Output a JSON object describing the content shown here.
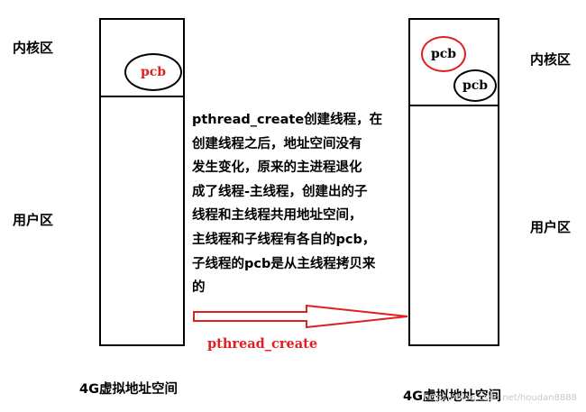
{
  "left_space": {
    "kernel_label": "内核区",
    "user_label": "用户区",
    "pcb_label": "pcb",
    "caption": "4G虚拟地址空间"
  },
  "right_space": {
    "kernel_label": "内核区",
    "user_label": "用户区",
    "pcb_main_label": "pcb",
    "pcb_child_label": "pcb",
    "caption": "4G虚拟地址空间"
  },
  "description": {
    "lines": [
      "pthread_create创建线程，在",
      "创建线程之后，地址空间没有",
      "发生变化，原来的主进程退化",
      "成了线程-主线程，创建出的子",
      "线程和主线程共用地址空间，",
      "主线程和子线程有各自的pcb，",
      "子线程的pcb是从主线程拷贝来",
      "的"
    ]
  },
  "arrow": {
    "label": "pthread_create"
  },
  "watermark": "https://blog.csdn.net/houdan8888",
  "colors": {
    "accent": "#e02020",
    "stroke": "#000000"
  }
}
